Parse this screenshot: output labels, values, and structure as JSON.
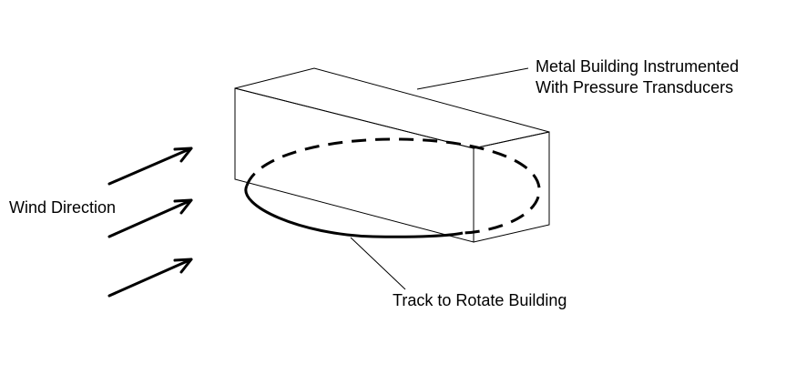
{
  "labels": {
    "building_line1": "Metal Building Instrumented",
    "building_line2": "With Pressure Transducers",
    "wind": "Wind Direction",
    "track": "Track to Rotate Building"
  },
  "colors": {
    "stroke": "#000000",
    "background": "#ffffff"
  }
}
